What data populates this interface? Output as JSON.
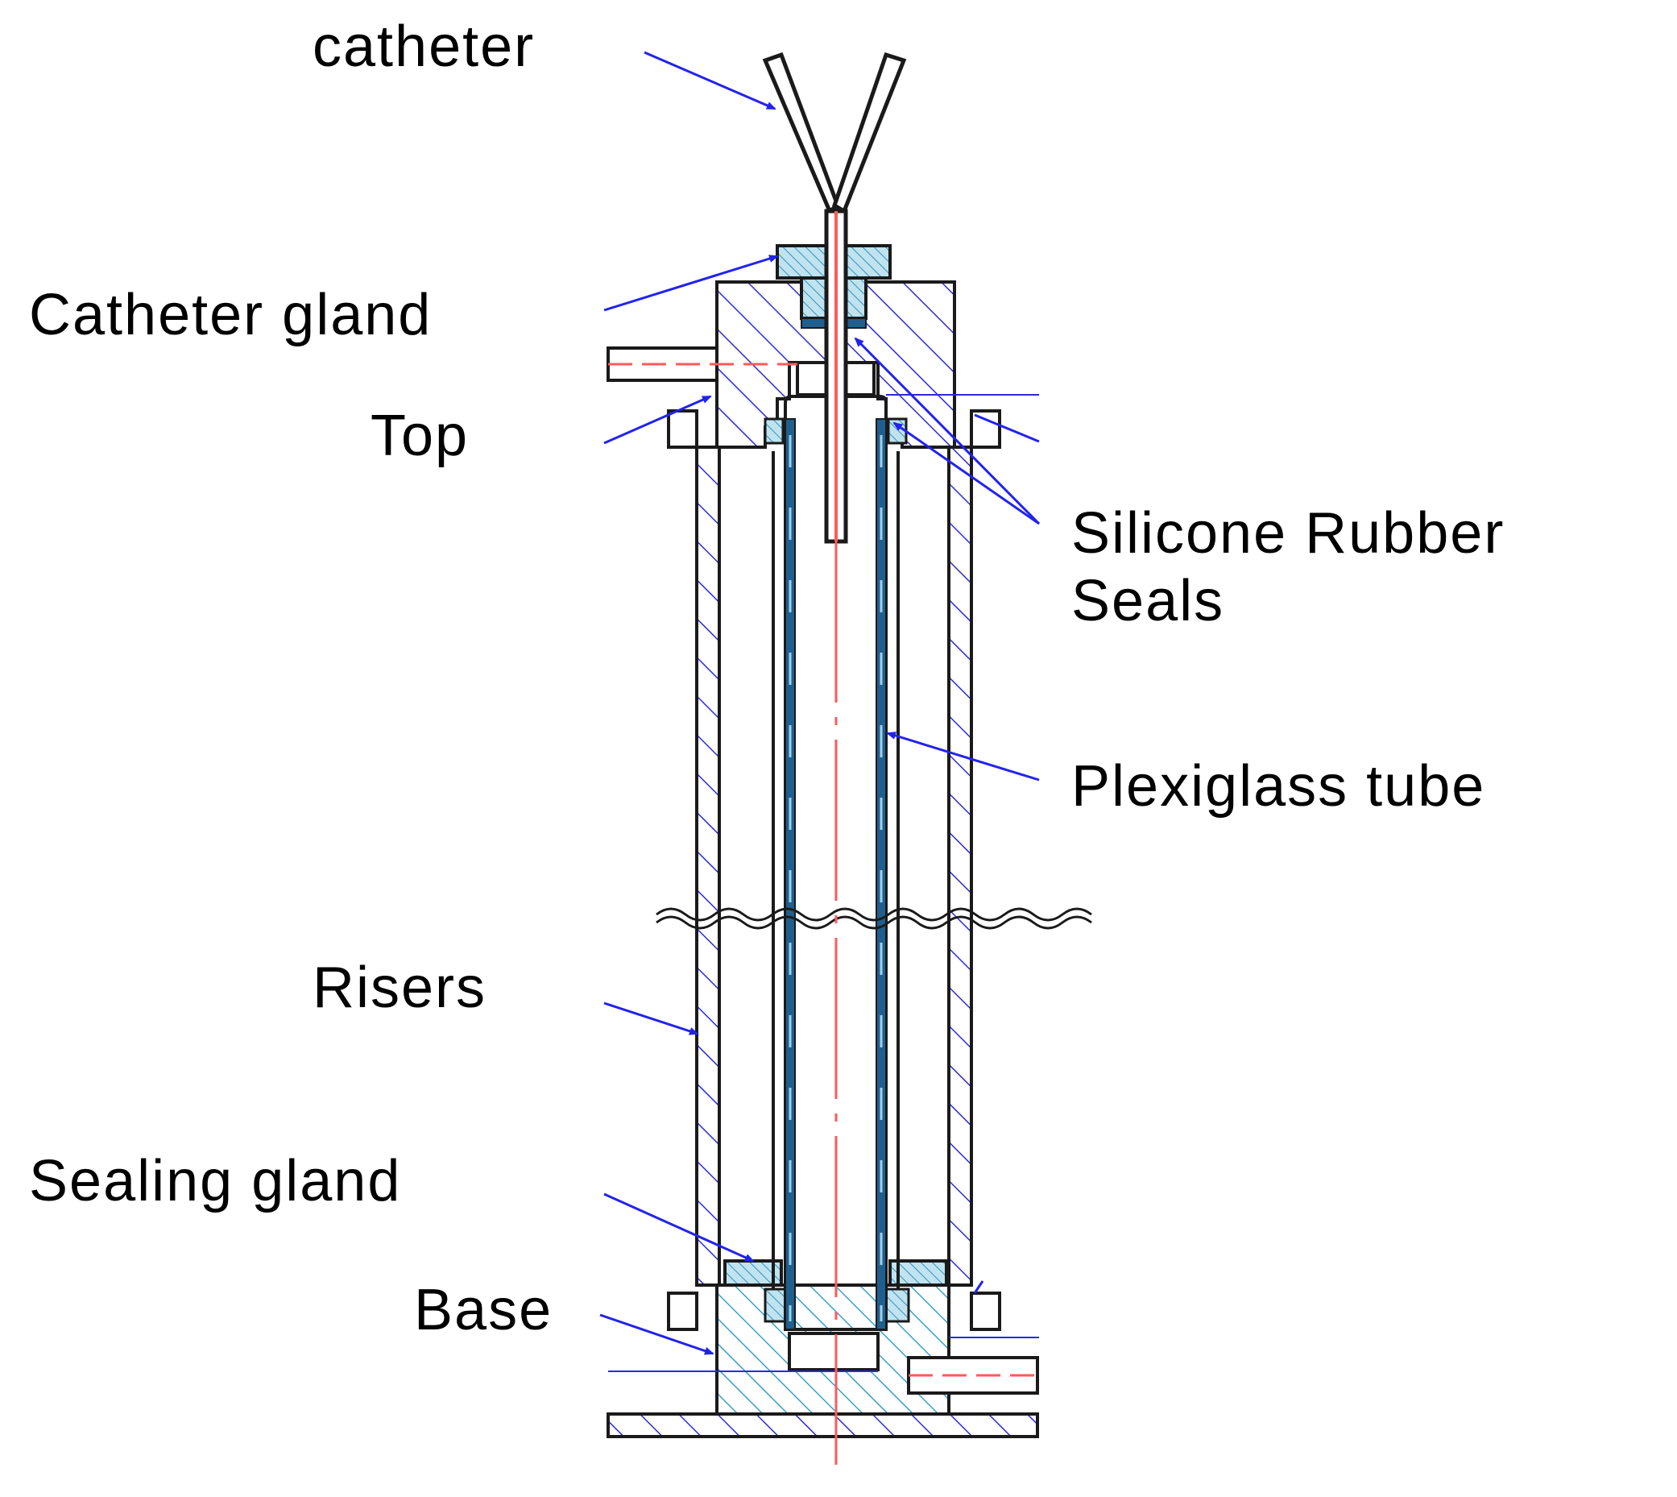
{
  "labels": {
    "catheter": "catheter",
    "catheter_gland": "Catheter gland",
    "top": "Top",
    "silicone_seals": "Silicone Rubber\nSeals",
    "plexiglass_tube": "Plexiglass tube",
    "risers": "Risers",
    "sealing_gland": "Sealing gland",
    "base": "Base"
  },
  "colors": {
    "outline": "#1a1a1a",
    "hatch": "#2b2bd6",
    "leader": "#2222ee",
    "centerline": "#ff5a5a",
    "gland_fill": "#9fd1e6",
    "base_hatch": "#3aa0c8",
    "tube_wall": "#1f5f8f"
  }
}
